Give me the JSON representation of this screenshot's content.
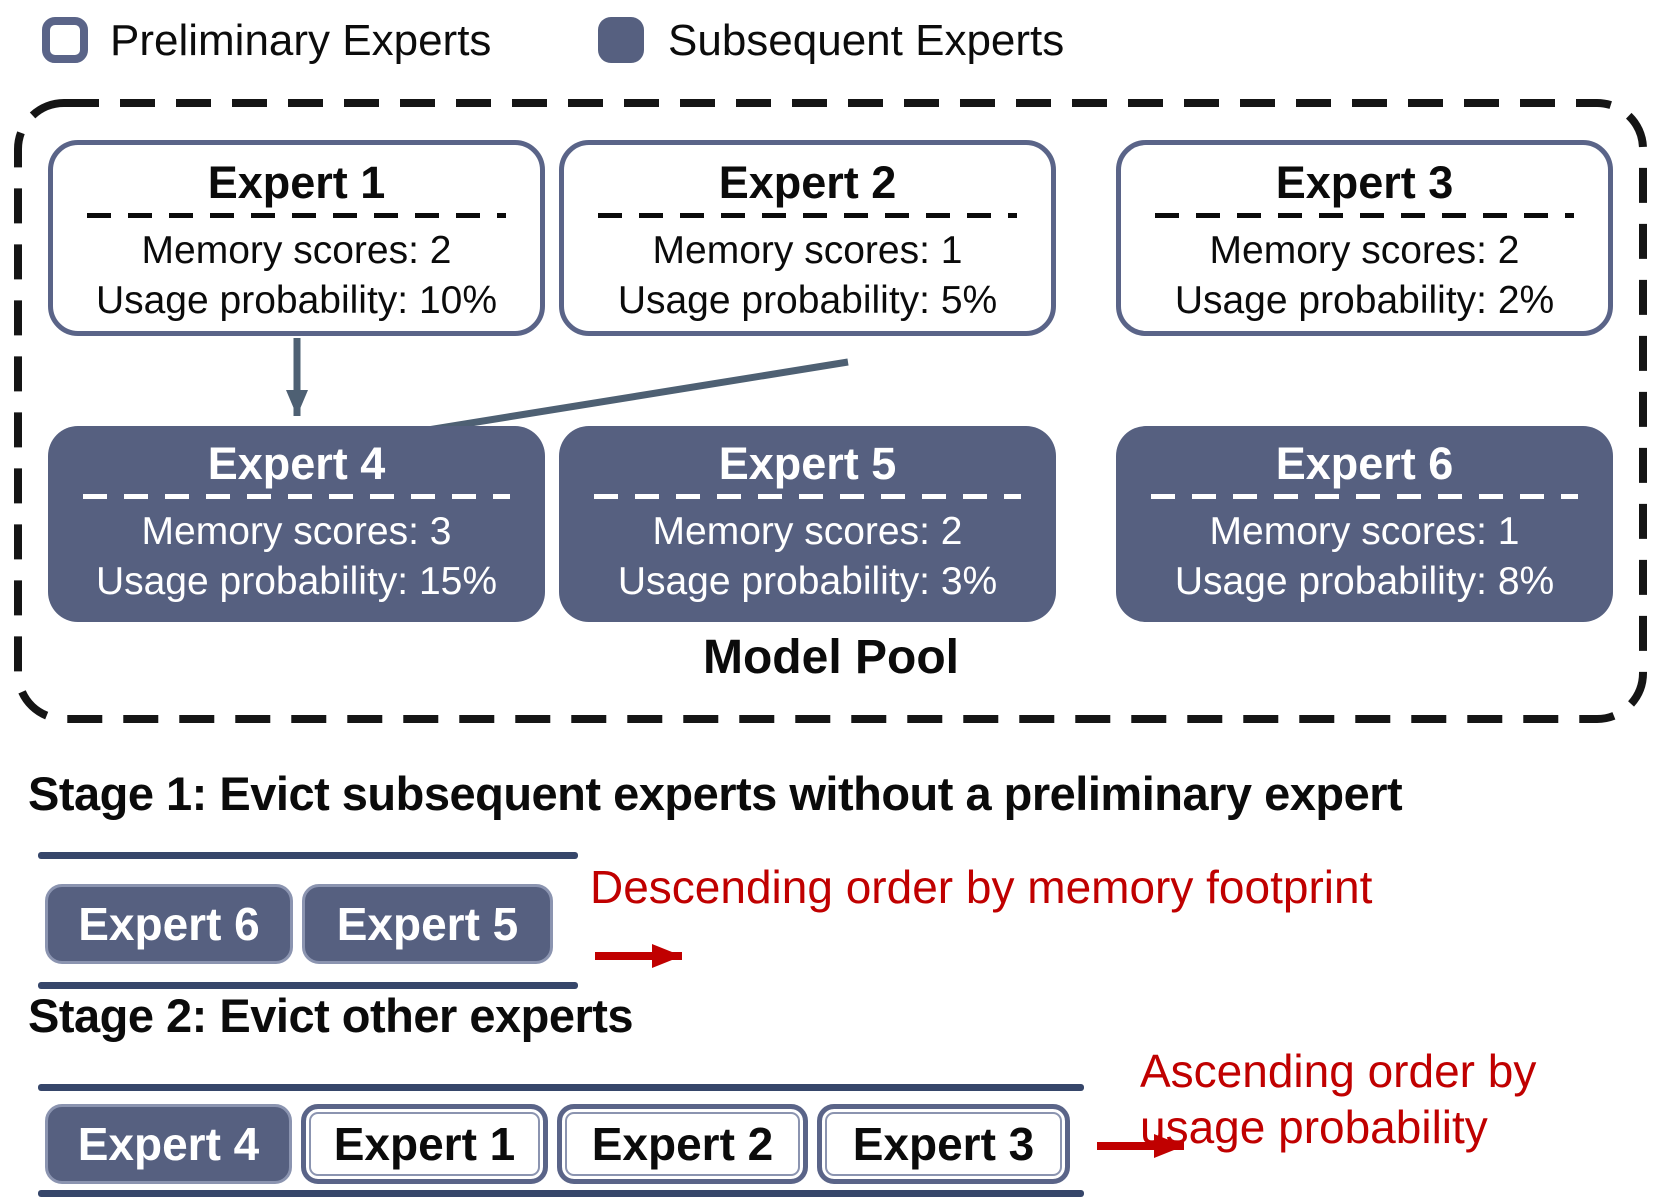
{
  "legend": {
    "items": [
      {
        "label": "Preliminary Experts",
        "type": "preliminary"
      },
      {
        "label": "Subsequent Experts",
        "type": "subsequent"
      }
    ]
  },
  "pool": {
    "label": "Model Pool",
    "experts": [
      {
        "name": "Expert 1",
        "memory": "Memory scores: 2",
        "usage": "Usage probability: 10%",
        "type": "preliminary"
      },
      {
        "name": "Expert 2",
        "memory": "Memory scores: 1",
        "usage": "Usage probability: 5%",
        "type": "preliminary"
      },
      {
        "name": "Expert 3",
        "memory": "Memory scores: 2",
        "usage": "Usage probability: 2%",
        "type": "preliminary"
      },
      {
        "name": "Expert 4",
        "memory": "Memory scores: 3",
        "usage": "Usage probability: 15%",
        "type": "subsequent"
      },
      {
        "name": "Expert 5",
        "memory": "Memory scores: 2",
        "usage": "Usage probability: 3%",
        "type": "subsequent"
      },
      {
        "name": "Expert 6",
        "memory": "Memory scores: 1",
        "usage": "Usage probability: 8%",
        "type": "subsequent"
      }
    ],
    "arrows": [
      {
        "from": "Expert 1",
        "to": "Expert 4"
      },
      {
        "from": "Expert 2",
        "to": "Expert 4"
      }
    ]
  },
  "stage1": {
    "title": "Stage 1: Evict subsequent experts without a preliminary expert",
    "chips": [
      {
        "label": "Expert 6",
        "type": "subsequent"
      },
      {
        "label": "Expert 5",
        "type": "subsequent"
      }
    ],
    "caption": "Descending order by memory footprint"
  },
  "stage2": {
    "title": "Stage 2: Evict other experts",
    "chips": [
      {
        "label": "Expert 4",
        "type": "subsequent"
      },
      {
        "label": "Expert 1",
        "type": "preliminary"
      },
      {
        "label": "Expert 2",
        "type": "preliminary"
      },
      {
        "label": "Expert 3",
        "type": "preliminary"
      }
    ],
    "caption_line1": "Ascending order by",
    "caption_line2": "usage probability"
  },
  "colors": {
    "slate_fill": "#566080",
    "slate_border": "#5a6488",
    "rail_navy": "#36466a",
    "arrow_slate": "#4e6073",
    "red": "#c00000",
    "pool_dash": "#151515"
  }
}
